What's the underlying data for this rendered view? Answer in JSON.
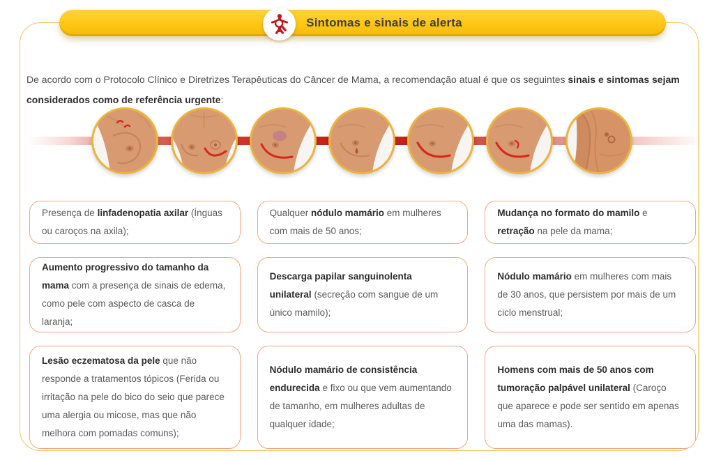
{
  "page": {
    "background_color": "#FFFFFF",
    "frame_border_color": "#F6C35E"
  },
  "banner": {
    "title": "Sintomas e sinais de alerta",
    "bg_color": "#FFC713",
    "text_color": "#3E4043",
    "icon": "self-exam-person-magnifier-icon",
    "icon_color": "#C4161C"
  },
  "intro": {
    "segments": [
      {
        "t": "De acordo com o Protocolo Clínico e Diretrizes Terapêuticas do Câncer de Mama, a recomendação atual é que os seguintes ",
        "b": false
      },
      {
        "t": "sinais e sintomas sejam considerados como de referência urgente",
        "b": true
      },
      {
        "t": ":",
        "b": false
      }
    ]
  },
  "timeline": {
    "line_color": "#BF1F12",
    "circle_border_color": "#ECB43C",
    "illustrations": [
      {
        "name": "breast-side-skin-redness-illustration"
      },
      {
        "name": "breasts-frontal-red-fold-illustration"
      },
      {
        "name": "breast-skin-lesion-spot-illustration"
      },
      {
        "name": "breast-nipple-discharge-illustration"
      },
      {
        "name": "breast-red-underside-illustration"
      },
      {
        "name": "breast-nipple-retraction-illustration"
      },
      {
        "name": "armpit-lumps-illustration"
      }
    ]
  },
  "cards": {
    "border_color": "#F2A583",
    "items": [
      {
        "segments": [
          {
            "t": "Presença de ",
            "b": false
          },
          {
            "t": "linfadenopatia axilar",
            "b": true
          },
          {
            "t": " (Ínguas ou caroços na axila);",
            "b": false
          }
        ]
      },
      {
        "segments": [
          {
            "t": "Qualquer ",
            "b": false
          },
          {
            "t": "nódulo mamário",
            "b": true
          },
          {
            "t": " em mulheres com mais de 50 anos;",
            "b": false
          }
        ]
      },
      {
        "segments": [
          {
            "t": "Mudança no formato do mamilo",
            "b": true
          },
          {
            "t": " e ",
            "b": false
          },
          {
            "t": "retração",
            "b": true
          },
          {
            "t": " na pele da mama;",
            "b": false
          }
        ]
      },
      {
        "segments": [
          {
            "t": "Aumento progressivo do tamanho da mama",
            "b": true
          },
          {
            "t": " com a presença de sinais de edema, como pele com aspecto de casca de laranja;",
            "b": false
          }
        ]
      },
      {
        "segments": [
          {
            "t": "Descarga papilar sanguinolenta unilateral",
            "b": true
          },
          {
            "t": " (secreção com sangue de um único mamilo);",
            "b": false
          }
        ]
      },
      {
        "segments": [
          {
            "t": "Nódulo mamário",
            "b": true
          },
          {
            "t": " em mulheres com mais de 30 anos, que persistem por mais de um ciclo menstrual;",
            "b": false
          }
        ]
      },
      {
        "segments": [
          {
            "t": "Lesão eczematosa da pele",
            "b": true
          },
          {
            "t": " que não responde a tratamentos tópicos (Ferida ou irritação na pele do bico do seio que parece uma alergia ou micose, mas que não melhora com pomadas comuns);",
            "b": false
          }
        ]
      },
      {
        "segments": [
          {
            "t": "Nódulo mamário de consistência endurecida",
            "b": true
          },
          {
            "t": " e fixo ou que vem aumentando de tamanho, em mulheres adultas de qualquer idade;",
            "b": false
          }
        ]
      },
      {
        "segments": [
          {
            "t": "Homens com mais de 50 anos com tumoração palpável unilateral",
            "b": true
          },
          {
            "t": " (Caroço que aparece e pode ser sentido em apenas uma das mamas).",
            "b": false
          }
        ]
      }
    ]
  }
}
